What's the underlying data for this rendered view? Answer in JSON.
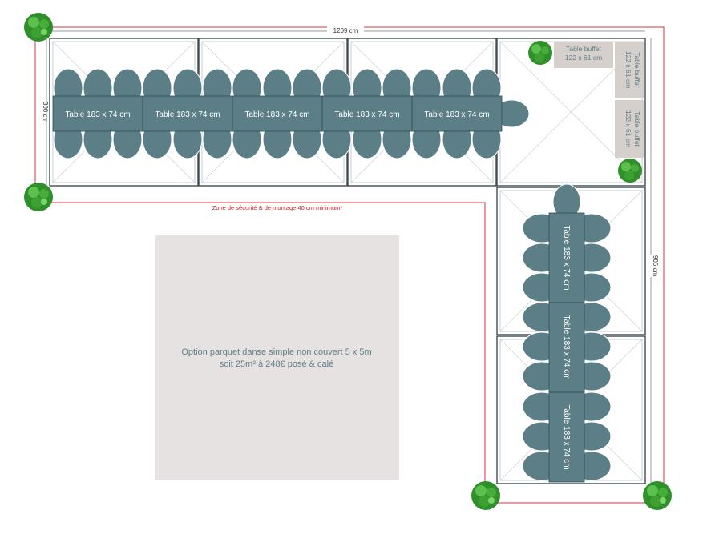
{
  "dimensions": {
    "top_width": "1209 cm",
    "left_height": "300 cm",
    "right_height": "906 cm"
  },
  "safety_zone_label": "Zone de sécurité & de montage 40 cm minimum*",
  "table_label": "Table 183 x 74 cm",
  "buffet_label_line1": "Table buffet",
  "buffet_label_line2": "122 x 61 cm",
  "dance_floor": {
    "line1": "Option parquet danse simple non couvert 5 x 5m",
    "line2": "soit 25m² à 248€ posé & calé"
  },
  "colors": {
    "table": "#5c7e86",
    "safety_line": "#e0303a",
    "floor": "#e6e2e1",
    "buffet": "#d6d0cd"
  }
}
